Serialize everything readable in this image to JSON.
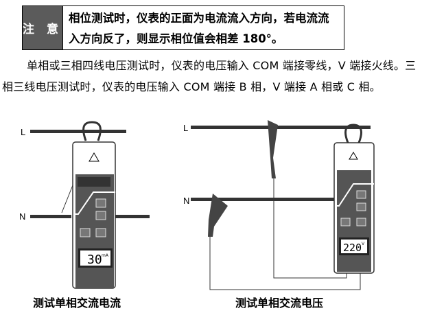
{
  "note": {
    "label": "注 意",
    "text": "相位测试时，仪表的正面为电流流入方向，若电流流入方向反了，则显示相位值会相差 180°。"
  },
  "paragraph": "单相或三相四线电压测试时，仪表的电压输入 COM 端接零线，V 端接火线。三相三线电压测试时，仪表的电压输入 COM 端接 B 相，V 端接 A 相或 C 相。",
  "figure_left": {
    "line_l": "L",
    "line_n": "N",
    "reading": "30",
    "unit": "mA",
    "caption": "测试单相交流电流"
  },
  "figure_right": {
    "line_l": "L",
    "line_n": "N",
    "reading": "220",
    "unit": "V",
    "caption": "测试单相交流电压"
  }
}
